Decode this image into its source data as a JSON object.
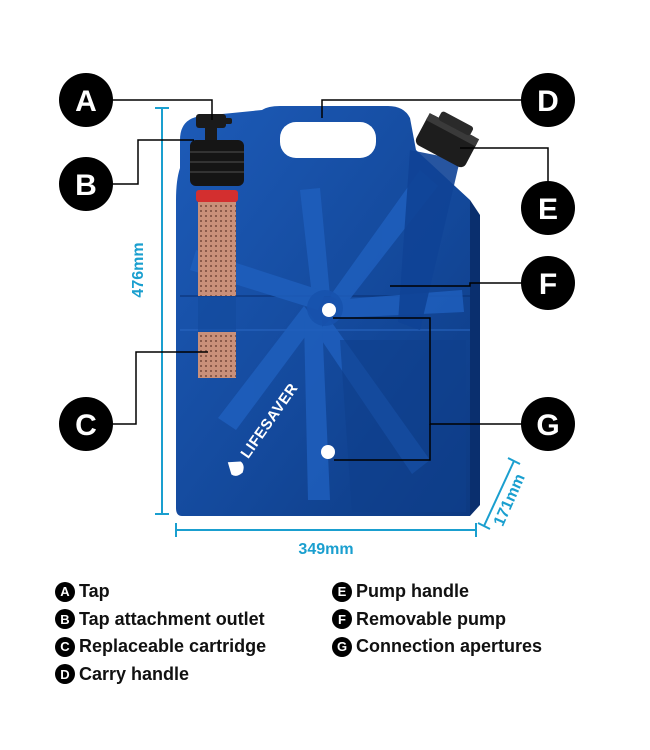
{
  "dimensions": {
    "height": "476mm",
    "width": "349mm",
    "depth": "171mm"
  },
  "brand": "LIFESAVER",
  "markers": [
    "A",
    "B",
    "C",
    "D",
    "E",
    "F",
    "G"
  ],
  "legend": {
    "left": [
      {
        "letter": "A",
        "label": "Tap"
      },
      {
        "letter": "B",
        "label": "Tap attachment outlet"
      },
      {
        "letter": "C",
        "label": "Replaceable cartridge"
      },
      {
        "letter": "D",
        "label": "Carry handle"
      }
    ],
    "right": [
      {
        "letter": "E",
        "label": "Pump handle"
      },
      {
        "letter": "F",
        "label": "Removable pump"
      },
      {
        "letter": "G",
        "label": "Connection apertures"
      }
    ]
  },
  "colors": {
    "container": "#13489a",
    "container_dark": "#0c3478",
    "dimension": "#1a9fcf",
    "cartridge": "#c9907a",
    "cartridge_cap": "#d32f2f"
  }
}
